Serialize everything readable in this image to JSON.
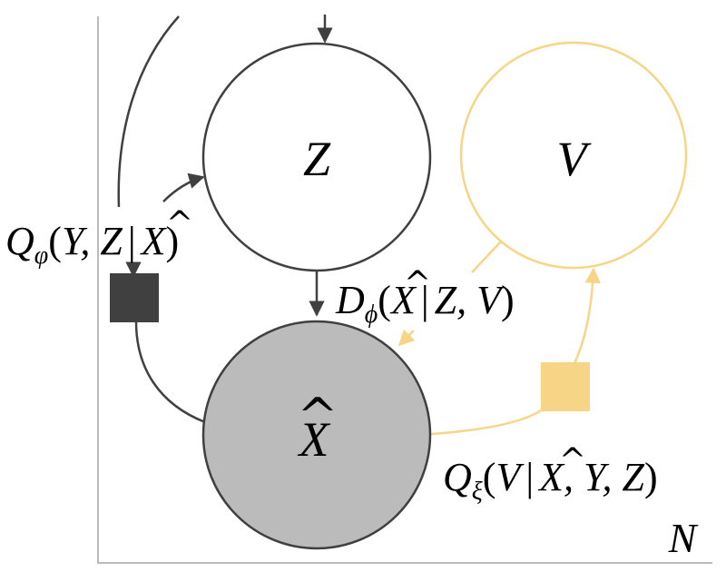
{
  "colors": {
    "dark": "#404040",
    "gold": "#f7d587",
    "observed_fill": "#bbbbbb",
    "plate": "#bbbbbb",
    "text": "#000000"
  },
  "nodes": {
    "z": {
      "label": "Z"
    },
    "v": {
      "label": "V"
    },
    "x": {
      "label": "X",
      "hat": "^"
    }
  },
  "plate": {
    "label": "N"
  },
  "factors": {
    "q_phi": {
      "symbol": "Q",
      "subscript": "φ",
      "open": "(",
      "args_a": "Y, Z",
      "bar": "|",
      "hat_var": "X",
      "hat": "^",
      "close": ")"
    },
    "d_phi": {
      "symbol": "D",
      "subscript": "ϕ",
      "open": "(",
      "hat_var": "X",
      "hat": "^",
      "bar": "|",
      "args_b": "Z, V",
      "close": ")"
    },
    "q_xi": {
      "symbol": "Q",
      "subscript": "ξ",
      "open": "(",
      "var_a": "V",
      "bar": "|",
      "hat_var": "X",
      "hat": "^",
      "args_b": ", Y, Z",
      "close": ")"
    }
  }
}
